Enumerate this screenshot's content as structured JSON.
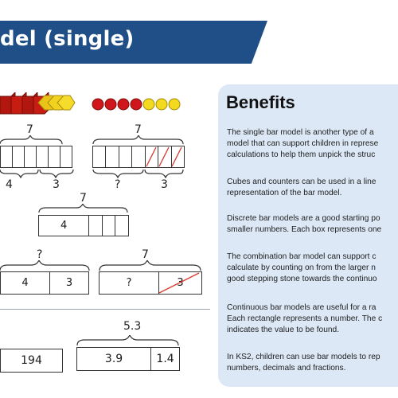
{
  "header": {
    "title": "odel (single)"
  },
  "benefits": {
    "heading": "Benefits",
    "paragraphs": [
      [
        "The single bar model is another type of a",
        "model that can support children in represe",
        "calculations to help them unpick the struc"
      ],
      [
        "Cubes and counters can be used in a line",
        "representation of the bar model."
      ],
      [
        "Discrete bar models are a good starting po",
        "smaller numbers. Each box represents one"
      ],
      [
        "The combination bar model can support c",
        "calculate by counting on from the larger n",
        "good stepping stone towards the continuo"
      ],
      [
        "Continuous bar models are useful for a ra",
        "Each rectangle represents a number. The c",
        "indicates the value to be found."
      ],
      [
        "In KS2, children can use bar models to rep",
        "numbers, decimals and fractions."
      ]
    ]
  },
  "models": {
    "counters_colors": {
      "red": "#d0151c",
      "yellow": "#f3da1f",
      "dark_red": "#8e1a12"
    },
    "row1_left": {
      "total": "7",
      "left": "4",
      "right": "3"
    },
    "row1_right": {
      "total": "7",
      "left": "?",
      "right": "3"
    },
    "row2": {
      "total": "7",
      "value": "4"
    },
    "row3_left": {
      "total": "?",
      "a": "4",
      "b": "3"
    },
    "row3_right": {
      "total": "7",
      "a": "?",
      "b": "3"
    },
    "row4_left": {
      "value": "194"
    },
    "row4_right": {
      "total": "5.3",
      "a": "3.9",
      "b": "1.4"
    }
  }
}
